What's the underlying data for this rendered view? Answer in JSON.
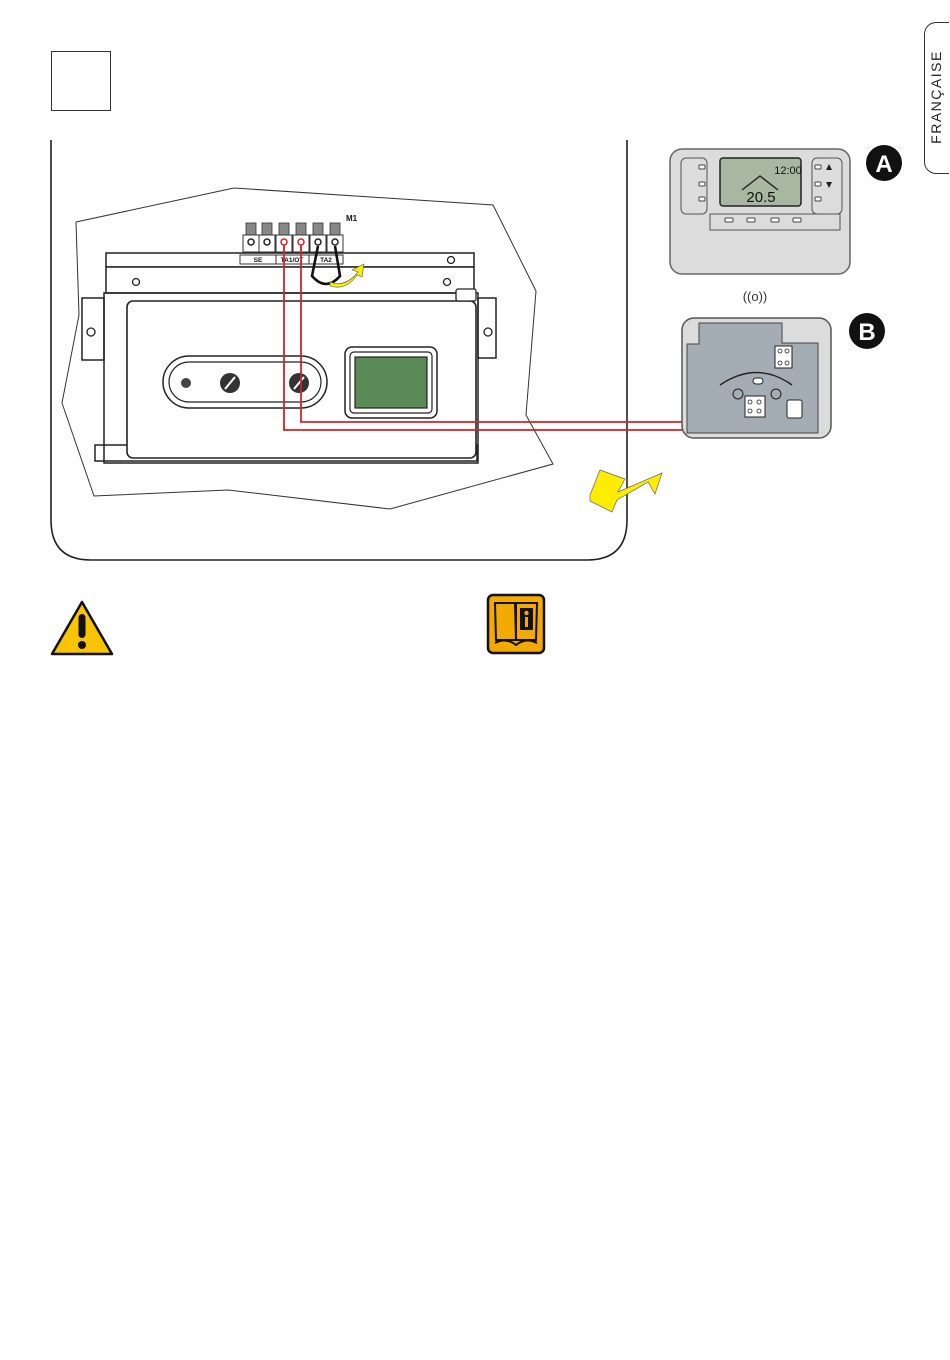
{
  "sidebar": {
    "language_tab": "FRANÇAISE"
  },
  "figure": {
    "number_box": "",
    "terminal_block": {
      "name": "M1",
      "labels": [
        "SE",
        "TA1/OT",
        "TA2"
      ]
    },
    "callouts": [
      "A",
      "B"
    ],
    "thermostat_display": {
      "time": "12:00",
      "temperature": "20.5"
    },
    "wireless_symbol": "((o))"
  },
  "icons": {
    "warning": "warning-triangle-icon",
    "manual": "read-manual-icon"
  },
  "colors": {
    "wire": "#d2232a",
    "arrow": "#ffed00",
    "warning": "#f8c300",
    "manual": "#f2a900",
    "display": "#5a8a56",
    "receiver": "#a4adb4",
    "thermostat_body": "#dcdcdc"
  }
}
